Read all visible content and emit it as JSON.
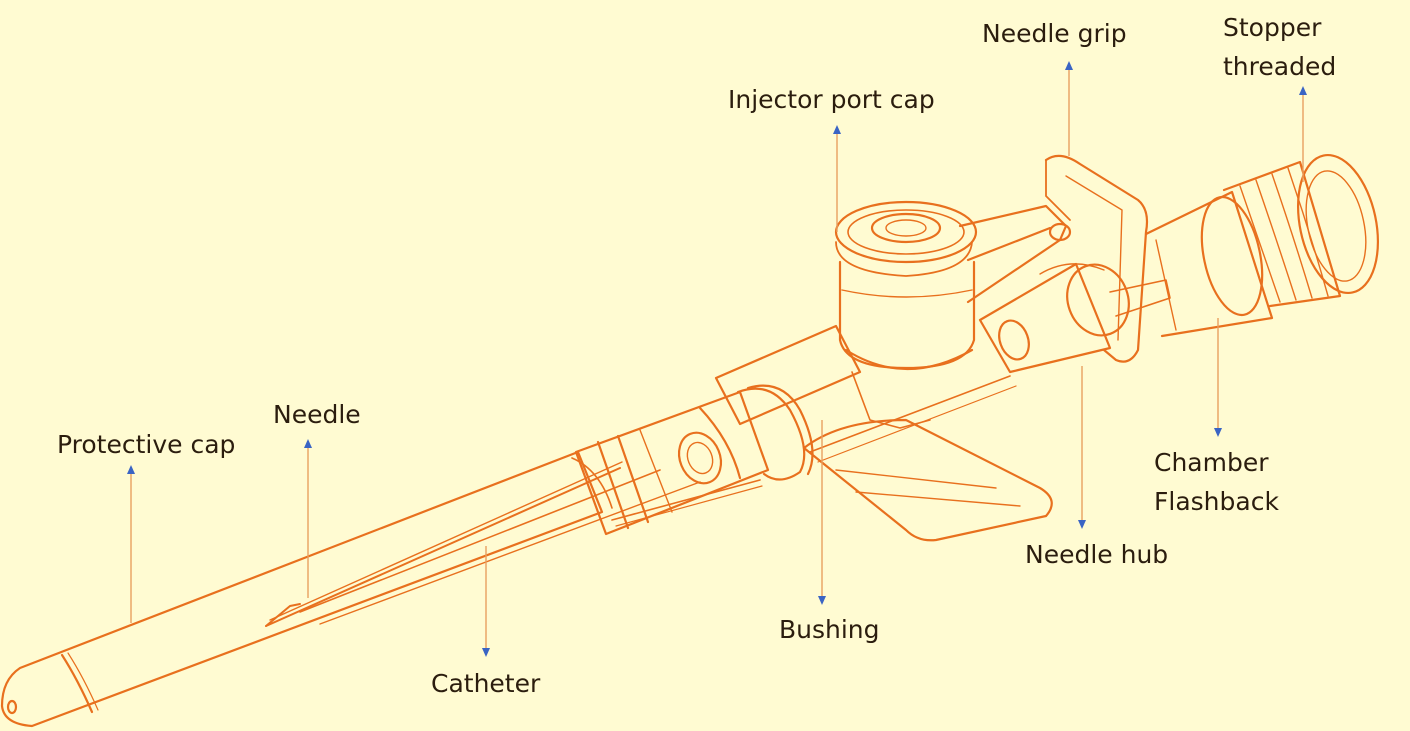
{
  "colors": {
    "background": "#fffbd2",
    "outline": "#e8701e",
    "pointer": "#3a64c4",
    "text": "#2b1d0e"
  },
  "labels": {
    "protective_cap": "Protective cap",
    "needle": "Needle",
    "catheter": "Catheter",
    "bushing": "Bushing",
    "injector_port_cap": "Injector port cap",
    "needle_grip": "Needle grip",
    "needle_hub": "Needle hub",
    "stopper_threaded_line1": "Stopper",
    "stopper_threaded_line2": "threaded",
    "chamber_flashback_line1": "Chamber",
    "chamber_flashback_line2": "Flashback"
  }
}
